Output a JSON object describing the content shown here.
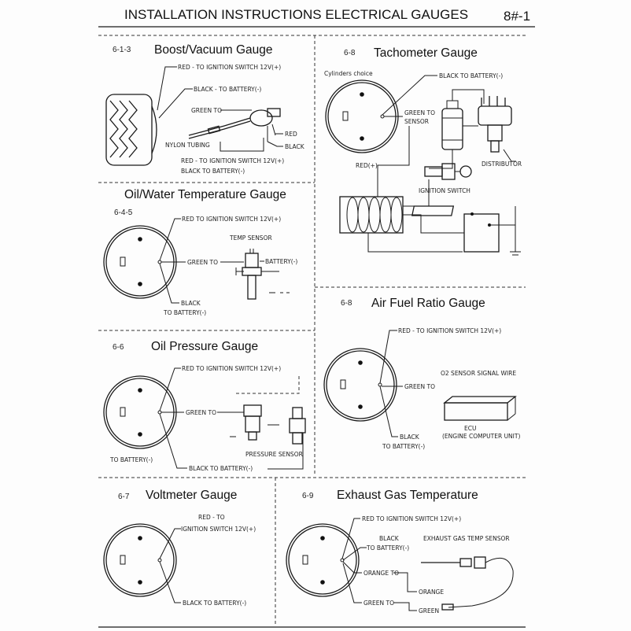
{
  "header": {
    "title": "INSTALLATION INSTRUCTIONS ELECTRICAL GAUGES",
    "page_no": "8#-1"
  },
  "sections": {
    "boost": {
      "num": "6-1-3",
      "title": "Boost/Vacuum Gauge",
      "l1": "RED - TO IGNITION SWITCH 12V(+)",
      "l2": "BLACK - TO BATTERY(-)",
      "l3": "GREEN TO",
      "l4": "RED",
      "l5": "BLACK",
      "l6": "NYLON TUBING",
      "l7": "RED - TO IGNITION SWITCH 12V(+)",
      "l8": "BLACK TO BATTERY(-)"
    },
    "oilwater": {
      "num": "6-4-5",
      "title": "Oil/Water Temperature Gauge",
      "l1": "RED TO IGNITION SWITCH 12V(+)",
      "l2": "TEMP SENSOR",
      "l3": "GREEN TO",
      "l4": "BATTERY(-)",
      "l5": "BLACK",
      "l6": "TO BATTERY(-)"
    },
    "oilpress": {
      "num": "6-6",
      "title": "Oil Pressure Gauge",
      "l1": "RED TO IGNITION SWITCH 12V(+)",
      "l2": "GREEN TO",
      "l3": "PRESSURE SENSOR",
      "l4": "TO BATTERY(-)",
      "l5": "BLACK TO BATTERY(-)"
    },
    "volt": {
      "num": "6-7",
      "title": "Voltmeter Gauge",
      "l1": "RED - TO",
      "l2": "IGNITION SWITCH 12V(+)",
      "l3": "BLACK TO BATTERY(-)"
    },
    "tach": {
      "num": "6-8",
      "title": "Tachometer Gauge",
      "l1": "Cylinders choice",
      "l2": "BLACK TO BATTERY(-)",
      "l3": "GREEN TO",
      "l4": "SENSOR",
      "l5": "RED(+)",
      "l6": "DISTRIBUTOR",
      "l7": "IGNITION SWITCH"
    },
    "afr": {
      "num": "6-8",
      "title": "Air Fuel Ratio Gauge",
      "l1": "RED - TO IGNITION SWITCH 12V(+)",
      "l2": "O2 SENSOR SIGNAL WIRE",
      "l3": "GREEN TO",
      "l4": "ECU",
      "l5": "(ENGINE COMPUTER UNIT)",
      "l6": "BLACK",
      "l7": "TO BATTERY(-)"
    },
    "egt": {
      "num": "6-9",
      "title": "Exhaust Gas Temperature",
      "l1": "RED TO IGNITION SWITCH 12V(+)",
      "l2": "BLACK",
      "l3": "TO BATTERY(-)",
      "l4": "EXHAUST GAS TEMP SENSOR",
      "l5": "ORANGE TO",
      "l6": "ORANGE",
      "l7": "GREEN TO",
      "l8": "GREEN"
    }
  }
}
